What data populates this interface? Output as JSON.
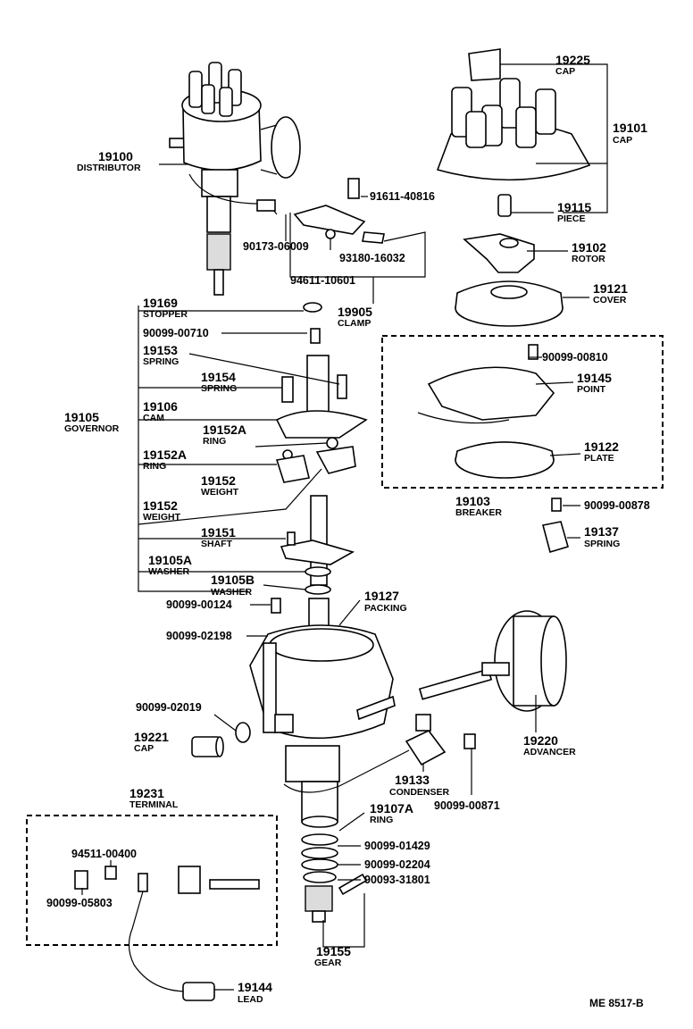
{
  "diagram": {
    "reference": "ME 8517-B",
    "parts": {
      "p19225": {
        "number": "19225",
        "name": "CAP"
      },
      "p19101": {
        "number": "19101",
        "name": "CAP"
      },
      "p19100": {
        "number": "19100",
        "name": "DISTRIBUTOR"
      },
      "p91611": {
        "number": "91611-40816"
      },
      "p19115": {
        "number": "19115",
        "name": "PIECE"
      },
      "p19102": {
        "number": "19102",
        "name": "ROTOR"
      },
      "p90173": {
        "number": "90173-06009"
      },
      "p93180": {
        "number": "93180-16032"
      },
      "p94611": {
        "number": "94611-10601"
      },
      "p19121": {
        "number": "19121",
        "name": "COVER"
      },
      "p19905": {
        "number": "19905",
        "name": "CLAMP"
      },
      "p19169": {
        "number": "19169",
        "name": "STOPPER"
      },
      "p90099_00710": {
        "number": "90099-00710"
      },
      "p19153": {
        "number": "19153",
        "name": "SPRING"
      },
      "p90099_00810": {
        "number": "90099-00810"
      },
      "p19154": {
        "number": "19154",
        "name": "SPRING"
      },
      "p19145": {
        "number": "19145",
        "name": "POINT"
      },
      "p19106": {
        "number": "19106",
        "name": "CAM"
      },
      "p19105": {
        "number": "19105",
        "name": "GOVERNOR"
      },
      "p19152A_1": {
        "number": "19152A",
        "name": "RING"
      },
      "p19152A_2": {
        "number": "19152A",
        "name": "RING"
      },
      "p19122": {
        "number": "19122",
        "name": "PLATE"
      },
      "p19152_1": {
        "number": "19152",
        "name": "WEIGHT"
      },
      "p19152_2": {
        "number": "19152",
        "name": "WEIGHT"
      },
      "p19103": {
        "number": "19103",
        "name": "BREAKER"
      },
      "p90099_00878": {
        "number": "90099-00878"
      },
      "p19151": {
        "number": "19151",
        "name": "SHAFT"
      },
      "p19137": {
        "number": "19137",
        "name": "SPRING"
      },
      "p19105A": {
        "number": "19105A",
        "name": "WASHER"
      },
      "p19105B": {
        "number": "19105B",
        "name": "WASHER"
      },
      "p19127": {
        "number": "19127",
        "name": "PACKING"
      },
      "p90099_00124": {
        "number": "90099-00124"
      },
      "p90099_02198": {
        "number": "90099-02198"
      },
      "p90099_02019": {
        "number": "90099-02019"
      },
      "p19221": {
        "number": "19221",
        "name": "CAP"
      },
      "p19220": {
        "number": "19220",
        "name": "ADVANCER"
      },
      "p19133": {
        "number": "19133",
        "name": "CONDENSER"
      },
      "p19231": {
        "number": "19231",
        "name": "TERMINAL"
      },
      "p90099_00871": {
        "number": "90099-00871"
      },
      "p19107A": {
        "number": "19107A",
        "name": "RING"
      },
      "p90099_01429": {
        "number": "90099-01429"
      },
      "p94511": {
        "number": "94511-00400"
      },
      "p90099_02204": {
        "number": "90099-02204"
      },
      "p90093_31801": {
        "number": "90093-31801"
      },
      "p90099_05803": {
        "number": "90099-05803"
      },
      "p19155": {
        "number": "19155",
        "name": "GEAR"
      },
      "p19144": {
        "number": "19144",
        "name": "LEAD"
      }
    }
  }
}
